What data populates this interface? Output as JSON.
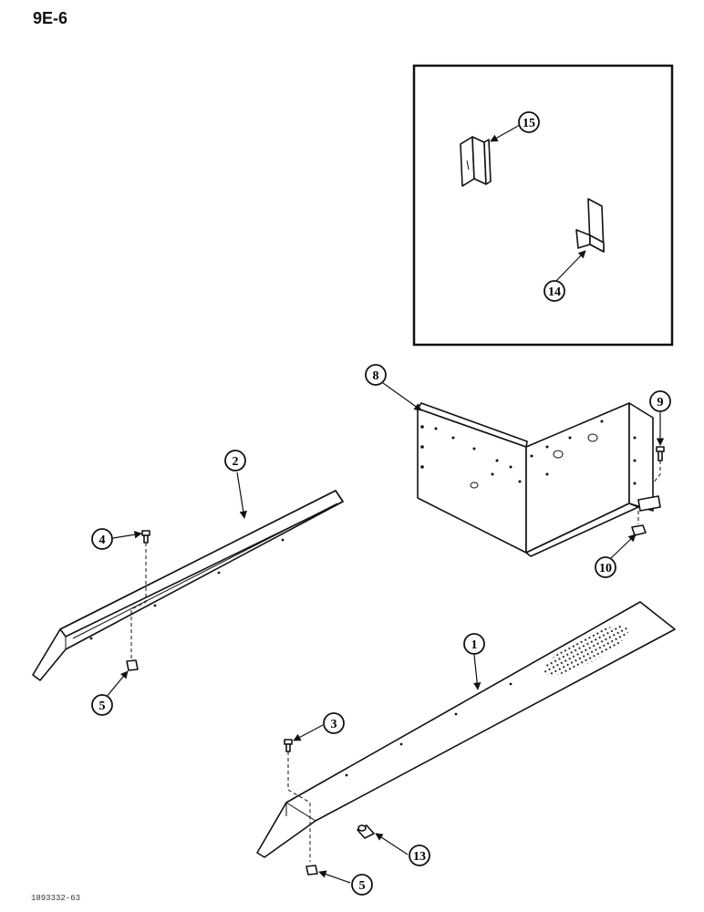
{
  "page": {
    "label": "9E-6",
    "footer_code": "1893332-63"
  },
  "callouts": [
    {
      "id": "c15",
      "label": "15"
    },
    {
      "id": "c14",
      "label": "14"
    },
    {
      "id": "c8",
      "label": "8"
    },
    {
      "id": "c9",
      "label": "9"
    },
    {
      "id": "c10",
      "label": "10"
    },
    {
      "id": "c2",
      "label": "2"
    },
    {
      "id": "c4",
      "label": "4"
    },
    {
      "id": "c5a",
      "label": "5"
    },
    {
      "id": "c1",
      "label": "1"
    },
    {
      "id": "c3",
      "label": "3"
    },
    {
      "id": "c13",
      "label": "13"
    },
    {
      "id": "c5b",
      "label": "5"
    }
  ]
}
